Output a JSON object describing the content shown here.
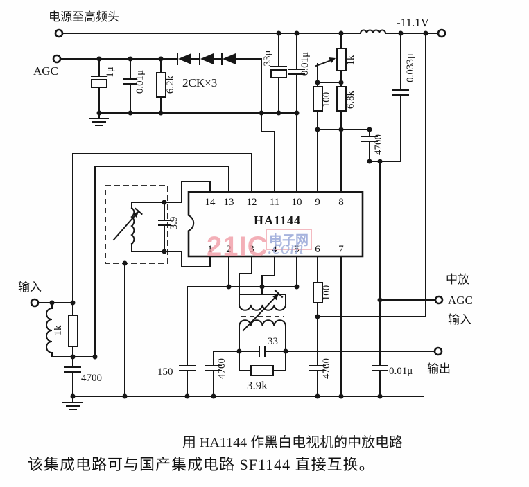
{
  "colors": {
    "ink": "#161616",
    "paper": "#fefefe",
    "watermark_pink": "#f09aa4",
    "watermark_blue": "#8e9fd4"
  },
  "terminals": {
    "power": "电源至高频头",
    "agc": "AGC",
    "supply": "-11.1V",
    "input": "输入",
    "if_agc_1": "中放",
    "if_agc_2": "AGC",
    "if_agc_3": "输入",
    "output": "输出"
  },
  "ic": {
    "name": "HA1144",
    "top_pins": [
      "14",
      "13",
      "12",
      "11",
      "10",
      "9",
      "8"
    ],
    "bottom_pins": [
      "1",
      "2",
      "3",
      "4",
      "5",
      "6",
      "7"
    ]
  },
  "components": {
    "cap_1u": "1μ",
    "cap_001u_agc": "0.01μ",
    "res_62k": "6.2k",
    "diodes": "2CK×3",
    "cap_33u": "33μ",
    "cap_001u_mid": "0.01μ",
    "pot_1k": "1k",
    "res_100_top": "100",
    "res_68k": "6.8k",
    "cap_4700_top": "4700",
    "cap_0033u": "0.033μ",
    "cap_39": "3.9",
    "res_1k_in": "1k",
    "cap_4700_in": "4700",
    "cap_150": "150",
    "cap_4700_mid": "4700",
    "cap_33": "33",
    "res_39k": "3.9k",
    "res_100_bot": "100",
    "cap_4700_right": "4700",
    "cap_001u_out": "0.01μ"
  },
  "captions": {
    "title": "用 HA1144 作黑白电视机的中放电路",
    "note": "该集成电路可与国产集成电路 SF1144 直接互换。"
  },
  "watermark": {
    "brand": "21IC",
    "suffix": ".com",
    "site": "电子网"
  }
}
